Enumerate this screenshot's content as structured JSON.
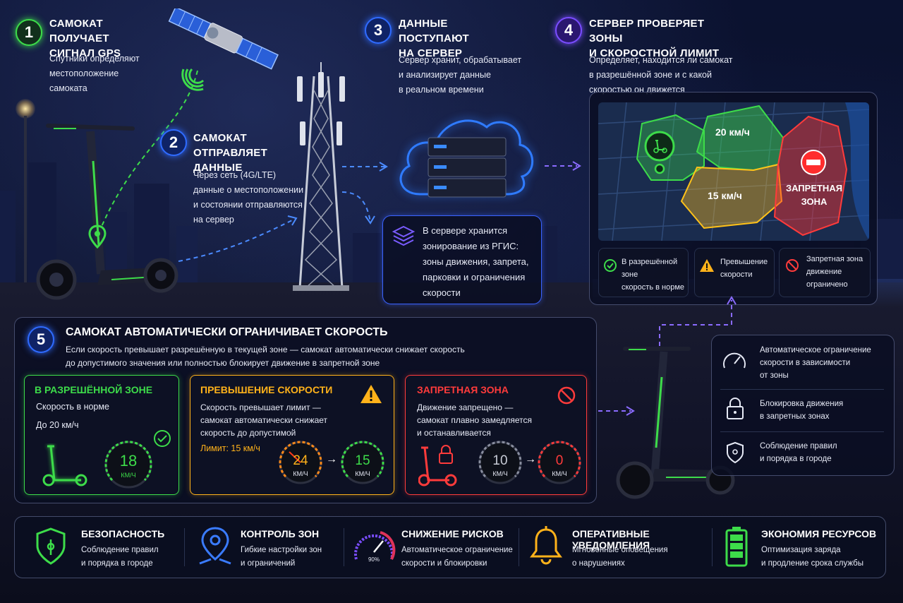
{
  "step1": {
    "number": "1",
    "title_line1": "САМОКАТ ПОЛУЧАЕТ",
    "title_line2": "СИГНАЛ GPS",
    "desc_line1": "Спутники определяют",
    "desc_line2": "местоположение",
    "desc_line3": "самоката"
  },
  "step2": {
    "number": "2",
    "title_line1": "САМОКАТ ОТПРАВЛЯЕТ",
    "title_line2": "ДАННЫЕ",
    "desc_line1": "Через сеть (4G/LTE)",
    "desc_line2": "данные о местоположении",
    "desc_line3": "и состоянии отправляются",
    "desc_line4": "на сервер"
  },
  "step3": {
    "number": "3",
    "title_line1": "ДАННЫЕ ПОСТУПАЮТ",
    "title_line2": "НА СЕРВЕР",
    "desc_line1": "Сервер хранит, обрабатывает",
    "desc_line2": "и анализирует данные",
    "desc_line3": "в реальном времени"
  },
  "rgis": {
    "line1": "В сервере хранится",
    "line2": "зонирование из РГИС:",
    "line3": "зоны движения, запрета,",
    "line4": "парковки и ограничения",
    "line5": "скорости"
  },
  "step4": {
    "number": "4",
    "title_line1": "СЕРВЕР ПРОВЕРЯЕТ ЗОНЫ",
    "title_line2": "И СКОРОСТНОЙ ЛИМИТ",
    "desc_line1": "Определяет, находится ли самокат",
    "desc_line2": "в разрешённой зоне и с какой",
    "desc_line3": "скоростью он движется"
  },
  "map": {
    "zone_20": "20 км/ч",
    "zone_15": "15 км/ч",
    "forbidden_line1": "ЗАПРЕТНАЯ",
    "forbidden_line2": "ЗОНА"
  },
  "legend": [
    {
      "line1": "В разрешённой зоне",
      "line2": "скорость в норме"
    },
    {
      "line1": "Превышение",
      "line2": "скорости"
    },
    {
      "line1": "Запретная зона",
      "line2": "движение",
      "line3": "ограничено"
    }
  ],
  "step5": {
    "number": "5",
    "title": "САМОКАТ АВТОМАТИЧЕСКИ ОГРАНИЧИВАЕТ СКОРОСТЬ",
    "desc_line1": "Если скорость превышает разрешённую в текущей зоне — самокат автоматически снижает скорость",
    "desc_line2": "до допустимого значения или полностью блокирует движение в запретной зоне"
  },
  "allowed": {
    "title": "В РАЗРЕШЁННОЙ ЗОНЕ",
    "line1": "Скорость в норме",
    "line2": "До 20 км/ч",
    "speed": "18",
    "unit": "КМ/Ч"
  },
  "over": {
    "title": "ПРЕВЫШЕНИЕ СКОРОСТИ",
    "line1": "Скорость превышает лимит —",
    "line2": "самокат автоматически снижает",
    "line3": "скорость до допустимой",
    "limit": "Лимит: 15 км/ч",
    "speed_from": "24",
    "speed_to": "15",
    "unit": "КМ/Ч",
    "arrow": "→"
  },
  "forbidden": {
    "title": "ЗАПРЕТНАЯ ЗОНА",
    "line1": "Движение запрещено —",
    "line2": "самокат плавно замедляется",
    "line3": "и останавливается",
    "speed_from": "10",
    "speed_to": "0",
    "unit": "КМ/Ч",
    "arrow": "→"
  },
  "features": [
    {
      "line1": "Автоматическое ограничение",
      "line2": "скорости в зависимости",
      "line3": "от зоны"
    },
    {
      "line1": "Блокировка движения",
      "line2": "в запретных зонах"
    },
    {
      "line1": "Соблюдение правил",
      "line2": "и порядка в городе"
    }
  ],
  "benefits": [
    {
      "title": "БЕЗОПАСНОСТЬ",
      "line1": "Соблюдение правил",
      "line2": "и порядка в городе",
      "icon": "shield-icon",
      "color": "#3ddc4a"
    },
    {
      "title": "КОНТРОЛЬ ЗОН",
      "line1": "Гибкие настройки зон",
      "line2": "и ограничений",
      "icon": "location-pin-icon",
      "color": "#3a7bff"
    },
    {
      "title": "СНИЖЕНИЕ РИСКОВ",
      "line1": "Автоматическое ограничение",
      "line2": "скорости и блокировки",
      "icon": "gauge-icon",
      "color": "#e0335a",
      "gauge_value": "90%"
    },
    {
      "title": "ОПЕРАТИВНЫЕ УВЕДОМЛЕНИЯ",
      "line1": "Мгновенные оповещения",
      "line2": "о нарушениях",
      "icon": "bell-icon",
      "color": "#ffb21a"
    },
    {
      "title": "ЭКОНОМИЯ РЕСУРСОВ",
      "line1": "Оптимизация заряда",
      "line2": "и продление срока службы",
      "icon": "battery-icon",
      "color": "#3ddc4a"
    }
  ],
  "colors": {
    "green": "#3ddc4a",
    "yellow": "#ffb21a",
    "red": "#ff3b3b",
    "blue": "#2f6bff",
    "purple": "#7a4dff"
  }
}
